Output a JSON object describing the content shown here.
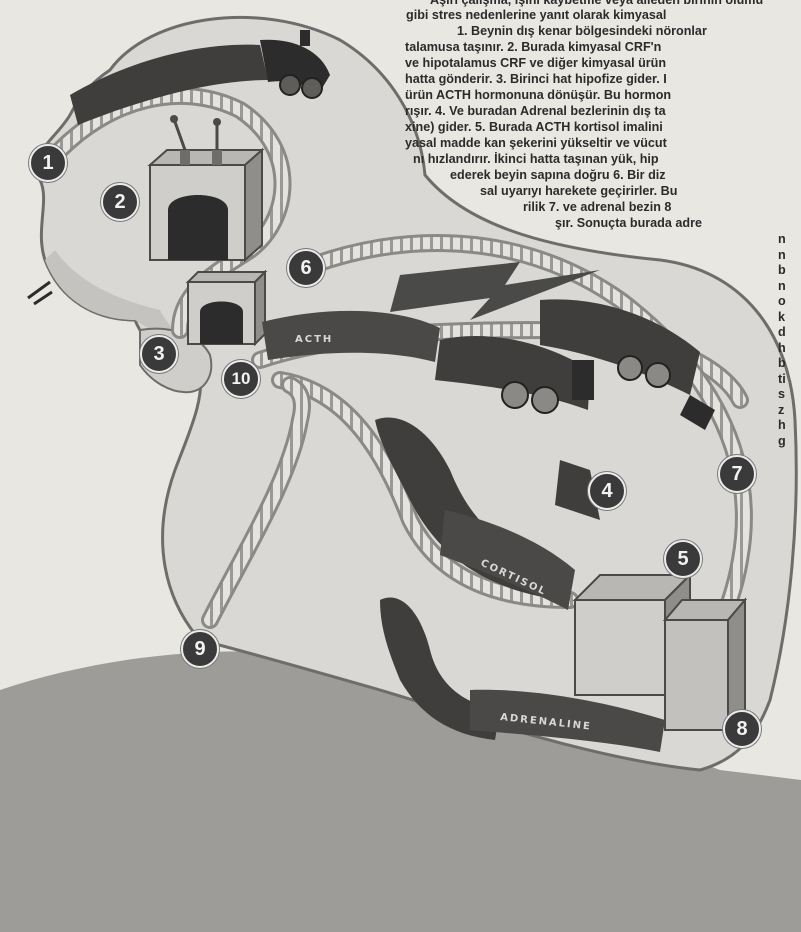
{
  "text_block": {
    "lines": [
      "Aşırı çalışma, işini kaybetme veya aileden birinin ölümü",
      "gibi stres nedenlerine yanıt olarak kimyasal",
      "1. Beynin dış kenar bölgesindeki nöronlar",
      "talamusa taşınır. 2. Burada kimyasal CRF'n",
      "ve hipotalamus CRF ve diğer kimyasal ürün",
      "hatta gönderir. 3. Birinci hat hipofize gider. I",
      "ürün ACTH hormonuna dönüşür. Bu hormon",
      "rışır. 4. Ve buradan Adrenal bezlerinin dış ta",
      "xine) gider. 5. Burada ACTH kortisol imalini",
      "yasal madde kan şekerini yükseltir ve vücut",
      "nı hızlandırır. İkinci hatta taşınan yük, hip",
      "ederek beyin sapına doğru   6. Bir diz",
      "sal uyarıyı harekete geçirirler. Bu",
      "rilik  7.  ve adrenal bezin  8",
      "şır. Sonuçta burada adre"
    ],
    "column_fragments": [
      "n",
      "n",
      "b",
      "n",
      "o",
      "k",
      "d",
      "h",
      "b",
      "ti",
      "s",
      "z",
      "h",
      "g"
    ]
  },
  "markers": [
    "1",
    "2",
    "3",
    "4",
    "5",
    "6",
    "7",
    "8",
    "9",
    "10"
  ],
  "wagon_labels": {
    "acth": "ACTH",
    "cortisol": "CORTISOL",
    "adrenaline": "ADRENALINE"
  },
  "colors": {
    "background": "#e9e7e2",
    "figure_light": "#d9d8d4",
    "figure_shadow": "#a9a8a4",
    "shoulder": "#9d9c98",
    "track": "#8a8986",
    "train_dark": "#3f3e3c",
    "marker_fill": "#3a3a3a"
  }
}
